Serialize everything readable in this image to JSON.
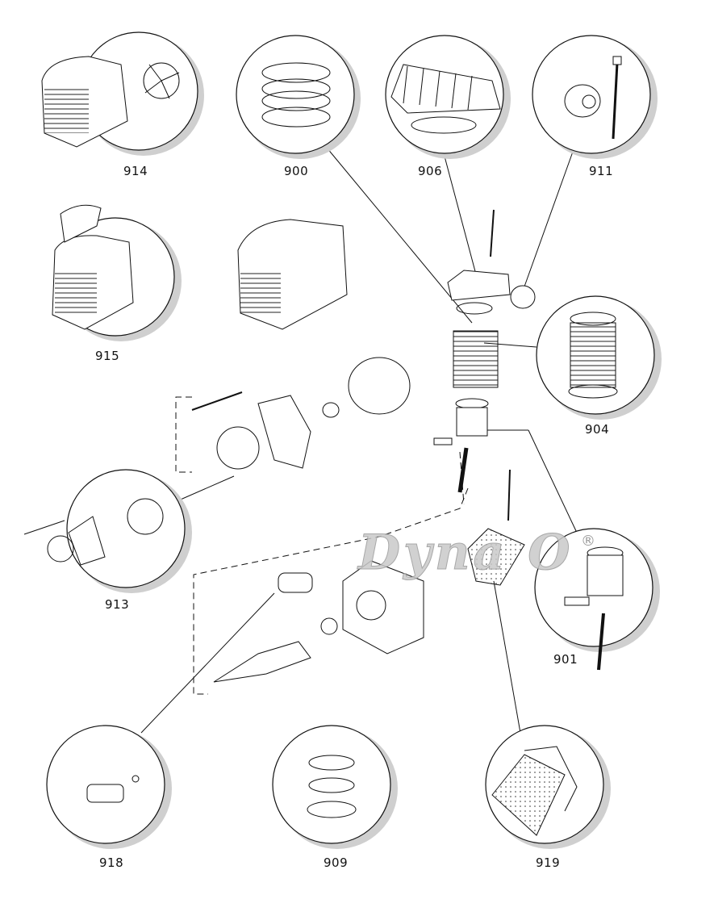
{
  "diagram": {
    "brand": "Dyna O",
    "brand_mark": "®",
    "labels": {
      "p914": "914",
      "p900": "900",
      "p906": "906",
      "p911": "911",
      "p915": "915",
      "p904": "904",
      "p913": "913",
      "p901": "901",
      "p918": "918",
      "p909": "909",
      "p919": "919"
    }
  },
  "colors": {
    "line": "#111111",
    "shadow": "#cfcfcf",
    "watermark": "#c9c9c9"
  }
}
